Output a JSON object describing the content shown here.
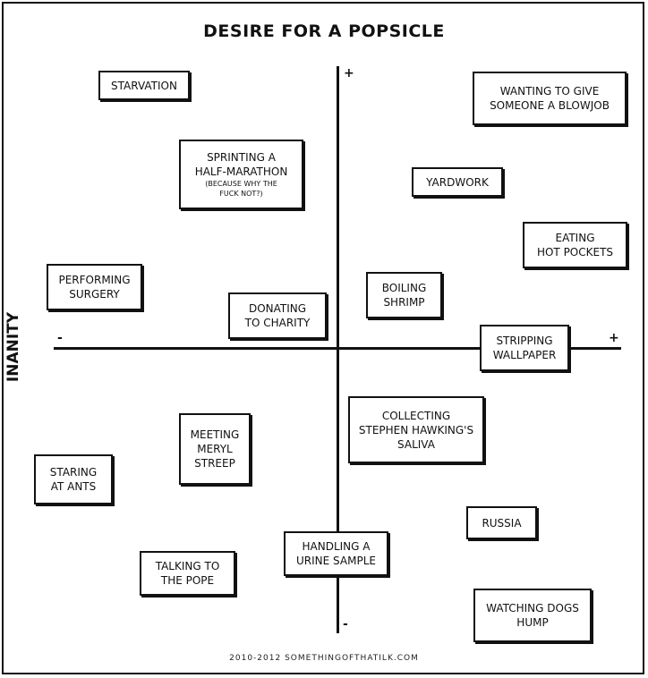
{
  "title": "DESIRE FOR A POPSICLE",
  "y_axis_label": "INANITY",
  "axis_signs": {
    "x_minus": "-",
    "x_plus": "+",
    "y_plus": "+",
    "y_minus": "-"
  },
  "items": [
    {
      "id": "starvation",
      "text": "STARVATION"
    },
    {
      "id": "blowjob",
      "text": "WANTING TO GIVE\nSOMEONE A BLOWJOB"
    },
    {
      "id": "half-marathon",
      "text": "SPRINTING A\nHALF-MARATHON",
      "note": "(BECAUSE WHY THE\nFUCK NOT?)"
    },
    {
      "id": "yardwork",
      "text": "YARDWORK"
    },
    {
      "id": "hot-pockets",
      "text": "EATING\nHOT POCKETS"
    },
    {
      "id": "surgery",
      "text": "PERFORMING\nSURGERY"
    },
    {
      "id": "boiling-shrimp",
      "text": "BOILING\nSHRIMP"
    },
    {
      "id": "charity",
      "text": "DONATING\nTO CHARITY"
    },
    {
      "id": "wallpaper",
      "text": "STRIPPING\nWALLPAPER"
    },
    {
      "id": "hawking",
      "text": "COLLECTING\nSTEPHEN HAWKING'S\nSALIVA"
    },
    {
      "id": "meryl",
      "text": "MEETING\nMERYL\nSTREEP"
    },
    {
      "id": "ants",
      "text": "STARING\nAT ANTS"
    },
    {
      "id": "russia",
      "text": "RUSSIA"
    },
    {
      "id": "urine",
      "text": "HANDLING A\nURINE SAMPLE"
    },
    {
      "id": "pope",
      "text": "TALKING TO\nTHE POPE"
    },
    {
      "id": "dogs",
      "text": "WATCHING DOGS\nHUMP"
    }
  ],
  "credit": "2010-2012 SOMETHINGOFTHATILK.COM"
}
